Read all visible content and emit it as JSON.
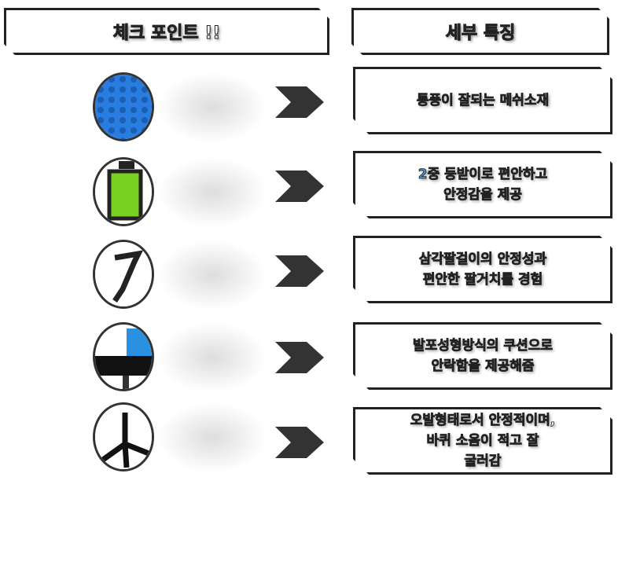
{
  "header_left": {
    "highlight": "체크",
    "rest": " 포인트 !!"
  },
  "header_right": {
    "title": "세부 특징"
  },
  "colors": {
    "blue": "#4a90d0",
    "red": "#e02020",
    "white": "#ffffff"
  },
  "features": [
    {
      "icon": "mesh-material-image",
      "lines": [
        [
          {
            "t": "통풍",
            "c": "blue"
          },
          {
            "t": "이 잘되는 ",
            "c": "white"
          },
          {
            "t": "메쉬",
            "c": "blue"
          },
          {
            "t": "소재",
            "c": "white"
          }
        ]
      ]
    },
    {
      "icon": "double-backrest-image",
      "lines": [
        [
          {
            "t": "2중 등받이",
            "c": "blue"
          },
          {
            "t": "로 편안하고",
            "c": "white"
          }
        ],
        [
          {
            "t": "안정감을 제공",
            "c": "white"
          }
        ]
      ]
    },
    {
      "icon": "triangle-armrest-image",
      "lines": [
        [
          {
            "t": "삼각팔걸이",
            "c": "blue"
          },
          {
            "t": "의 안정성과",
            "c": "white"
          }
        ],
        [
          {
            "t": "편안한 팔거치를 경험",
            "c": "white"
          }
        ]
      ]
    },
    {
      "icon": "foam-cushion-seat-image",
      "lines": [
        [
          {
            "t": "발포성형방식",
            "c": "blue"
          },
          {
            "t": "의 ",
            "c": "white"
          },
          {
            "t": "쿠션",
            "c": "red"
          },
          {
            "t": "으로",
            "c": "white"
          }
        ],
        [
          {
            "t": "안락함을 제공해줌",
            "c": "white"
          }
        ]
      ]
    },
    {
      "icon": "oval-base-wheels-image",
      "lines": [
        [
          {
            "t": "오발형태",
            "c": "blue"
          },
          {
            "t": "로서 안정적이며,",
            "c": "white"
          }
        ],
        [
          {
            "t": "바퀴 ",
            "c": "white"
          },
          {
            "t": "소음이 적고",
            "c": "red"
          },
          {
            "t": " 잘",
            "c": "white"
          }
        ],
        [
          {
            "t": "굴러감",
            "c": "white"
          }
        ]
      ]
    }
  ]
}
